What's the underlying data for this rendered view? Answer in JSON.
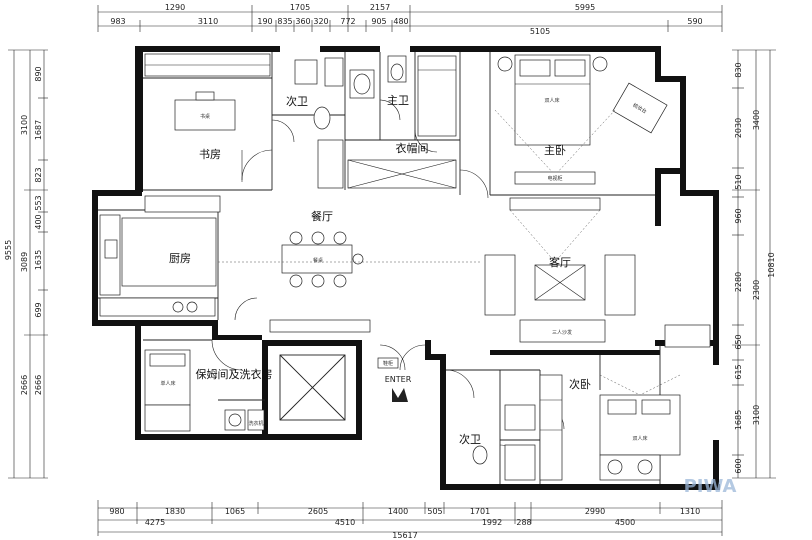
{
  "dims": {
    "top_outer": [
      "1290",
      "1705",
      "2157",
      "5995"
    ],
    "top_inner": [
      "983",
      "3110",
      "190",
      "835",
      "360",
      "320",
      "772",
      "905",
      "480",
      "5105",
      "590"
    ],
    "bottom_inner": [
      "980",
      "1830",
      "1065",
      "2605",
      "1400",
      "505",
      "1701",
      "1992",
      "288",
      "2990",
      "1310"
    ],
    "bottom_mid": [
      "4275",
      "4510",
      "4500"
    ],
    "bottom_total": "15617",
    "left_outer": [
      "9555"
    ],
    "left_mid": [
      "3100",
      "3089",
      "2666"
    ],
    "left_inner": [
      "890",
      "1687",
      "823",
      "553",
      "400",
      "1635",
      "699",
      "2666"
    ],
    "right_outer": [
      "3400",
      "2300",
      "3100"
    ],
    "right_mid": [
      "10810"
    ],
    "right_inner": [
      "830",
      "2030",
      "510",
      "960",
      "2280",
      "650",
      "615",
      "1685",
      "600"
    ]
  },
  "rooms": {
    "study": "书房",
    "kitchen": "厨房",
    "dining": "餐厅",
    "living": "客厅",
    "master_bed": "主卧",
    "master_bath": "主卫",
    "second_bath_top": "次卫",
    "cloakroom": "衣帽间",
    "second_bed": "次卧",
    "second_bath_bottom": "次卫",
    "nanny_room": "保姆间及洗衣房",
    "entrance": "ENTER"
  },
  "annotations": {
    "sofa_3": "三人沙发",
    "double_bed": "双人床",
    "dresser": "梳妆台",
    "tv_cabinet": "电视柜",
    "desk": "书桌",
    "dining_table": "餐桌",
    "single_bed": "单人床",
    "washer": "洗衣机",
    "shoe_cabinet": "鞋柜"
  },
  "watermark": "PIWA"
}
